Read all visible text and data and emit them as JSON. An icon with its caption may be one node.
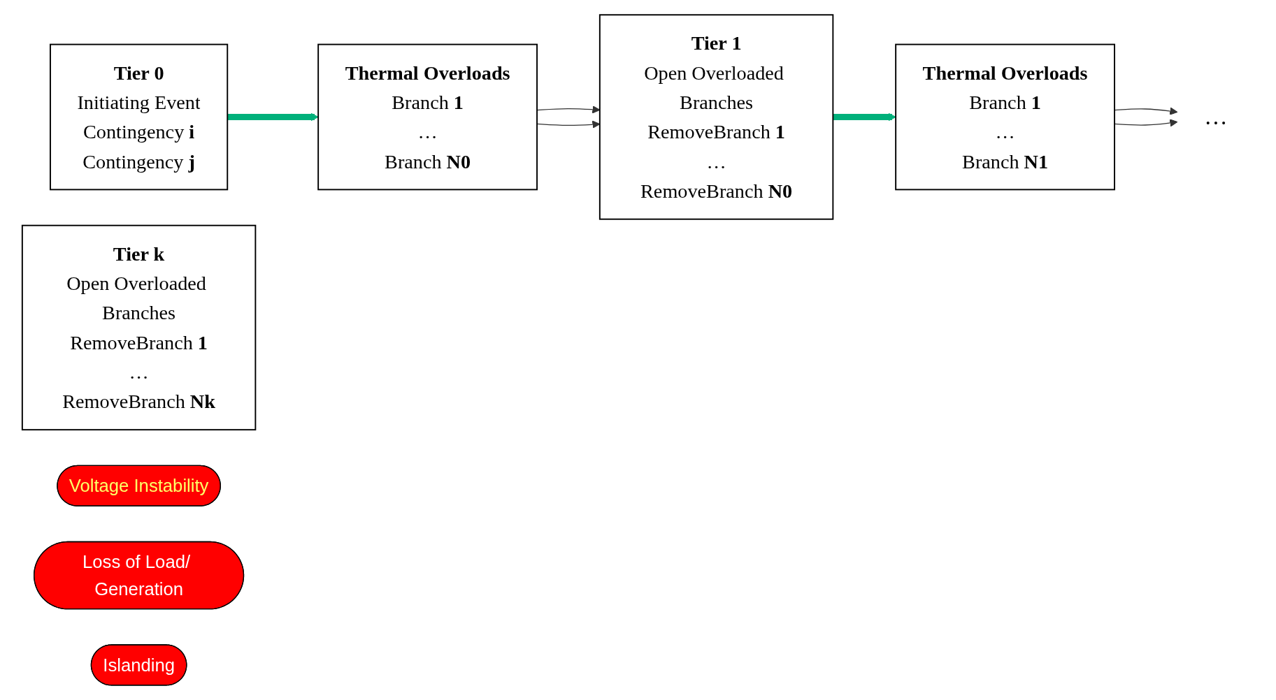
{
  "diagram": {
    "nodes": [
      {
        "text": [
          "Tier 0",
          "Initiating Event",
          "Contingency **i**",
          "Contingency **j**"
        ]
      },
      {
        "text": [
          "Thermal Overloads",
          "Branch **1**",
          "…",
          "Branch **N0**"
        ]
      },
      {
        "text": [
          "Tier 1",
          "Open Overloaded Branches",
          "RemoveBranch **1**",
          "…",
          "RemoveBranch **N0**"
        ]
      },
      {
        "text": [
          "Thermal Overloads",
          "Branch **1**",
          "…",
          "Branch **N1**"
        ]
      },
      {
        "text": [
          "…"
        ]
      },
      {
        "text": [
          "Tier k",
          "Open Overloaded Branches",
          "RemoveBranch **1**",
          "…",
          "RemoveBranch **Nk**"
        ]
      },
      {
        "text": [
          "Voltage Instability"
        ]
      },
      {
        "text": [
          "Loss of Load/ Generation"
        ]
      },
      {
        "text": [
          "Islanding"
        ]
      }
    ],
    "edges": [
      {
        "from": 0,
        "to": 1,
        "arrow": "to",
        "style": "thick",
        "color": "#00b07a"
      },
      {
        "from": 1,
        "to": 2,
        "arrow": "to"
      },
      {
        "from": 1,
        "to": 2,
        "arrow": "to"
      },
      {
        "from": 2,
        "to": 3,
        "arrow": "to",
        "style": "thick",
        "color": "#00b07a"
      },
      {
        "from": 3,
        "to": 4,
        "arrow": "to"
      },
      {
        "from": 3,
        "to": 4,
        "arrow": "to"
      }
    ]
  }
}
